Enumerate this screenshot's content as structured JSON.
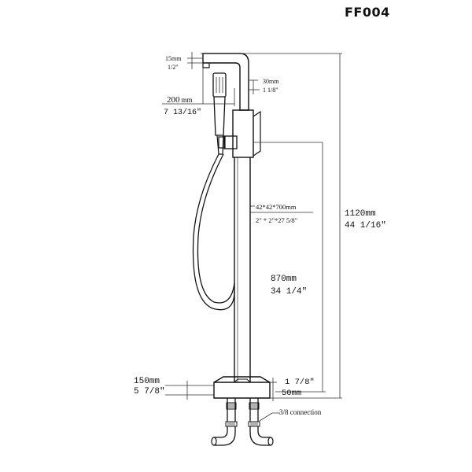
{
  "model": "FF004",
  "dims": {
    "spout_thickness": {
      "metric": "15mm",
      "imperial": "1/2\""
    },
    "pipe_dia": {
      "metric": "30mm",
      "imperial": "1 1/8\""
    },
    "reach": {
      "metric": "200",
      "unit": "mm",
      "imperial": "7 13/16\""
    },
    "column": {
      "metric": "42*42*700mm",
      "imperial": "2\" * 2\"*27 5/8\""
    },
    "total_height": {
      "metric": "1120mm",
      "imperial": "44 1/16\""
    },
    "handle_height": {
      "metric": "870mm",
      "imperial": "34 1/4\""
    },
    "base_width": {
      "metric": "150mm",
      "imperial": "5 7/8\""
    },
    "base_height": {
      "imperial": "1 7/8\"",
      "metric": "50mm"
    },
    "connection": "3/8 connection"
  }
}
